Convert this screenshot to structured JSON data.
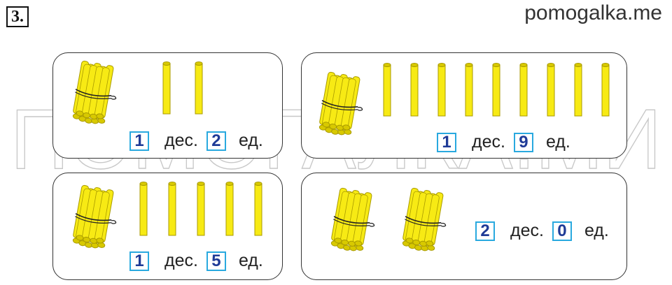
{
  "task_number": "3.",
  "site_brand": "pomogalka.me",
  "watermark_text": "ПОМОГАЛКА.МИ",
  "colors": {
    "stick_fill": "#f7ea14",
    "stick_edge": "#a89a00",
    "stick_end": "#d8c900",
    "box_border": "#29a9df",
    "digit": "#1f3b97",
    "card_border": "#333333"
  },
  "cards": [
    {
      "bundles": 1,
      "sticks": 2,
      "tens_value": "1",
      "tens_unit": "дес.",
      "ones_value": "2",
      "ones_unit": "ед."
    },
    {
      "bundles": 1,
      "sticks": 9,
      "tens_value": "1",
      "tens_unit": "дес.",
      "ones_value": "9",
      "ones_unit": "ед."
    },
    {
      "bundles": 1,
      "sticks": 5,
      "tens_value": "1",
      "tens_unit": "дес.",
      "ones_value": "5",
      "ones_unit": "ед."
    },
    {
      "bundles": 2,
      "sticks": 0,
      "tens_value": "2",
      "tens_unit": "дес.",
      "ones_value": "0",
      "ones_unit": "ед."
    }
  ]
}
